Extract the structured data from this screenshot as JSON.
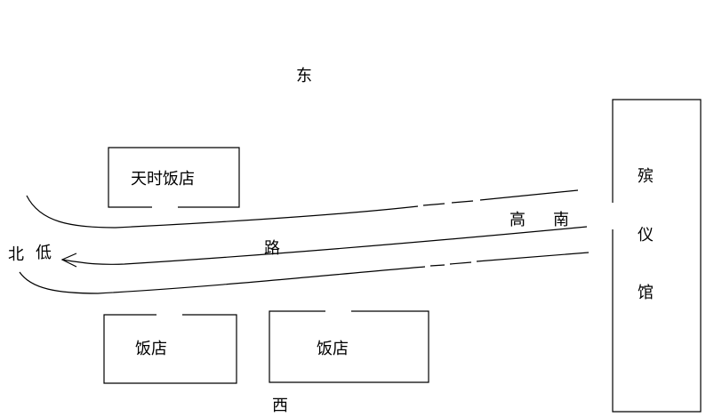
{
  "diagram": {
    "directions": {
      "east": "东",
      "west": "西",
      "north": "北",
      "south": "南"
    },
    "slope": {
      "low": "低",
      "high": "高"
    },
    "road_label": "路",
    "buildings": {
      "tianshi_hotel": "天时饭店",
      "lower_left_hotel": "饭店",
      "lower_middle_hotel": "饭店",
      "funeral_home": [
        "殡",
        "仪",
        "馆"
      ]
    },
    "colors": {
      "line": "#000000",
      "background": "#ffffff"
    }
  }
}
